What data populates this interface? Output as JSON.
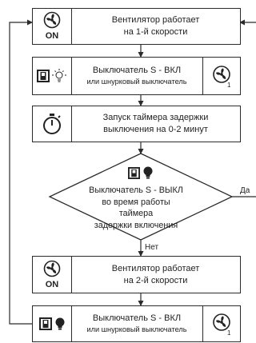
{
  "steps": {
    "speed1": {
      "line1": "Вентилятор работает",
      "line2": "на 1-й скорости",
      "on_label": "ON",
      "icon": "fan-icon"
    },
    "switch_on": {
      "line1": "Выключатель S - ВКЛ",
      "line2": "или шнурковый выключатель",
      "icons": [
        "toggle-switch-icon",
        "lamp-on-icon",
        "fan-speed-1-icon"
      ],
      "speed_digit": "1"
    },
    "timer": {
      "line1": "Запуск таймера задержки",
      "line2": "выключения на 0-2 минут",
      "icon": "timer-icon"
    },
    "decision": {
      "lines": [
        "Выключатель S - ВЫКЛ",
        "во время работы таймера",
        "задержки включения"
      ],
      "icons": [
        "toggle-switch-icon",
        "lamp-icon"
      ],
      "yes": "Да",
      "no": "Нет"
    },
    "speed2": {
      "line1": "Вентилятор работает",
      "line2": "на 2-й скорости",
      "on_label": "ON",
      "icon": "fan-icon"
    },
    "switch_on_2": {
      "line1": "Выключатель S - ВКЛ",
      "line2": "или шнурковый выключатель",
      "icons": [
        "toggle-switch-icon",
        "lamp-icon",
        "fan-speed-1-icon"
      ],
      "speed_digit": "1"
    }
  }
}
